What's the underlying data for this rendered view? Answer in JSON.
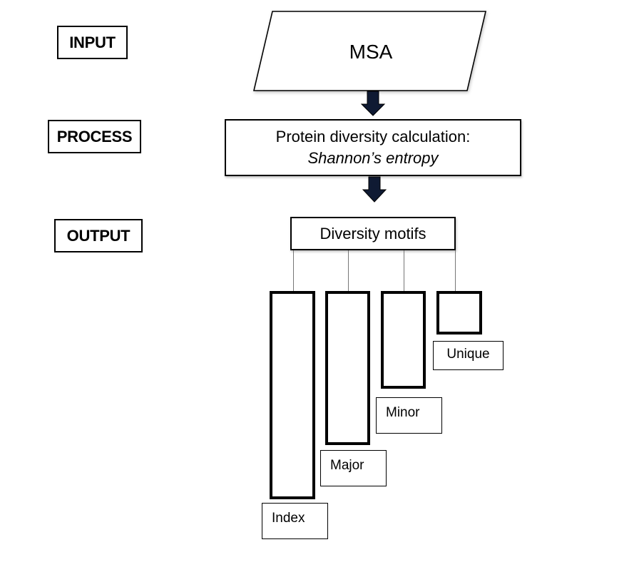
{
  "stages": {
    "input": "INPUT",
    "process": "PROCESS",
    "output": "OUTPUT"
  },
  "input_node": {
    "label": "MSA"
  },
  "process_node": {
    "line1": "Protein diversity calculation:",
    "line2": "Shannon’s entropy"
  },
  "output_node": {
    "label": "Diversity motifs"
  },
  "motifs": [
    {
      "label": "Index",
      "relative_height": 1.0
    },
    {
      "label": "Major",
      "relative_height": 0.74
    },
    {
      "label": "Minor",
      "relative_height": 0.47
    },
    {
      "label": "Unique",
      "relative_height": 0.21
    }
  ],
  "colors": {
    "arrow": "#0f1a33",
    "stroke": "#000000",
    "connector": "#777777"
  }
}
